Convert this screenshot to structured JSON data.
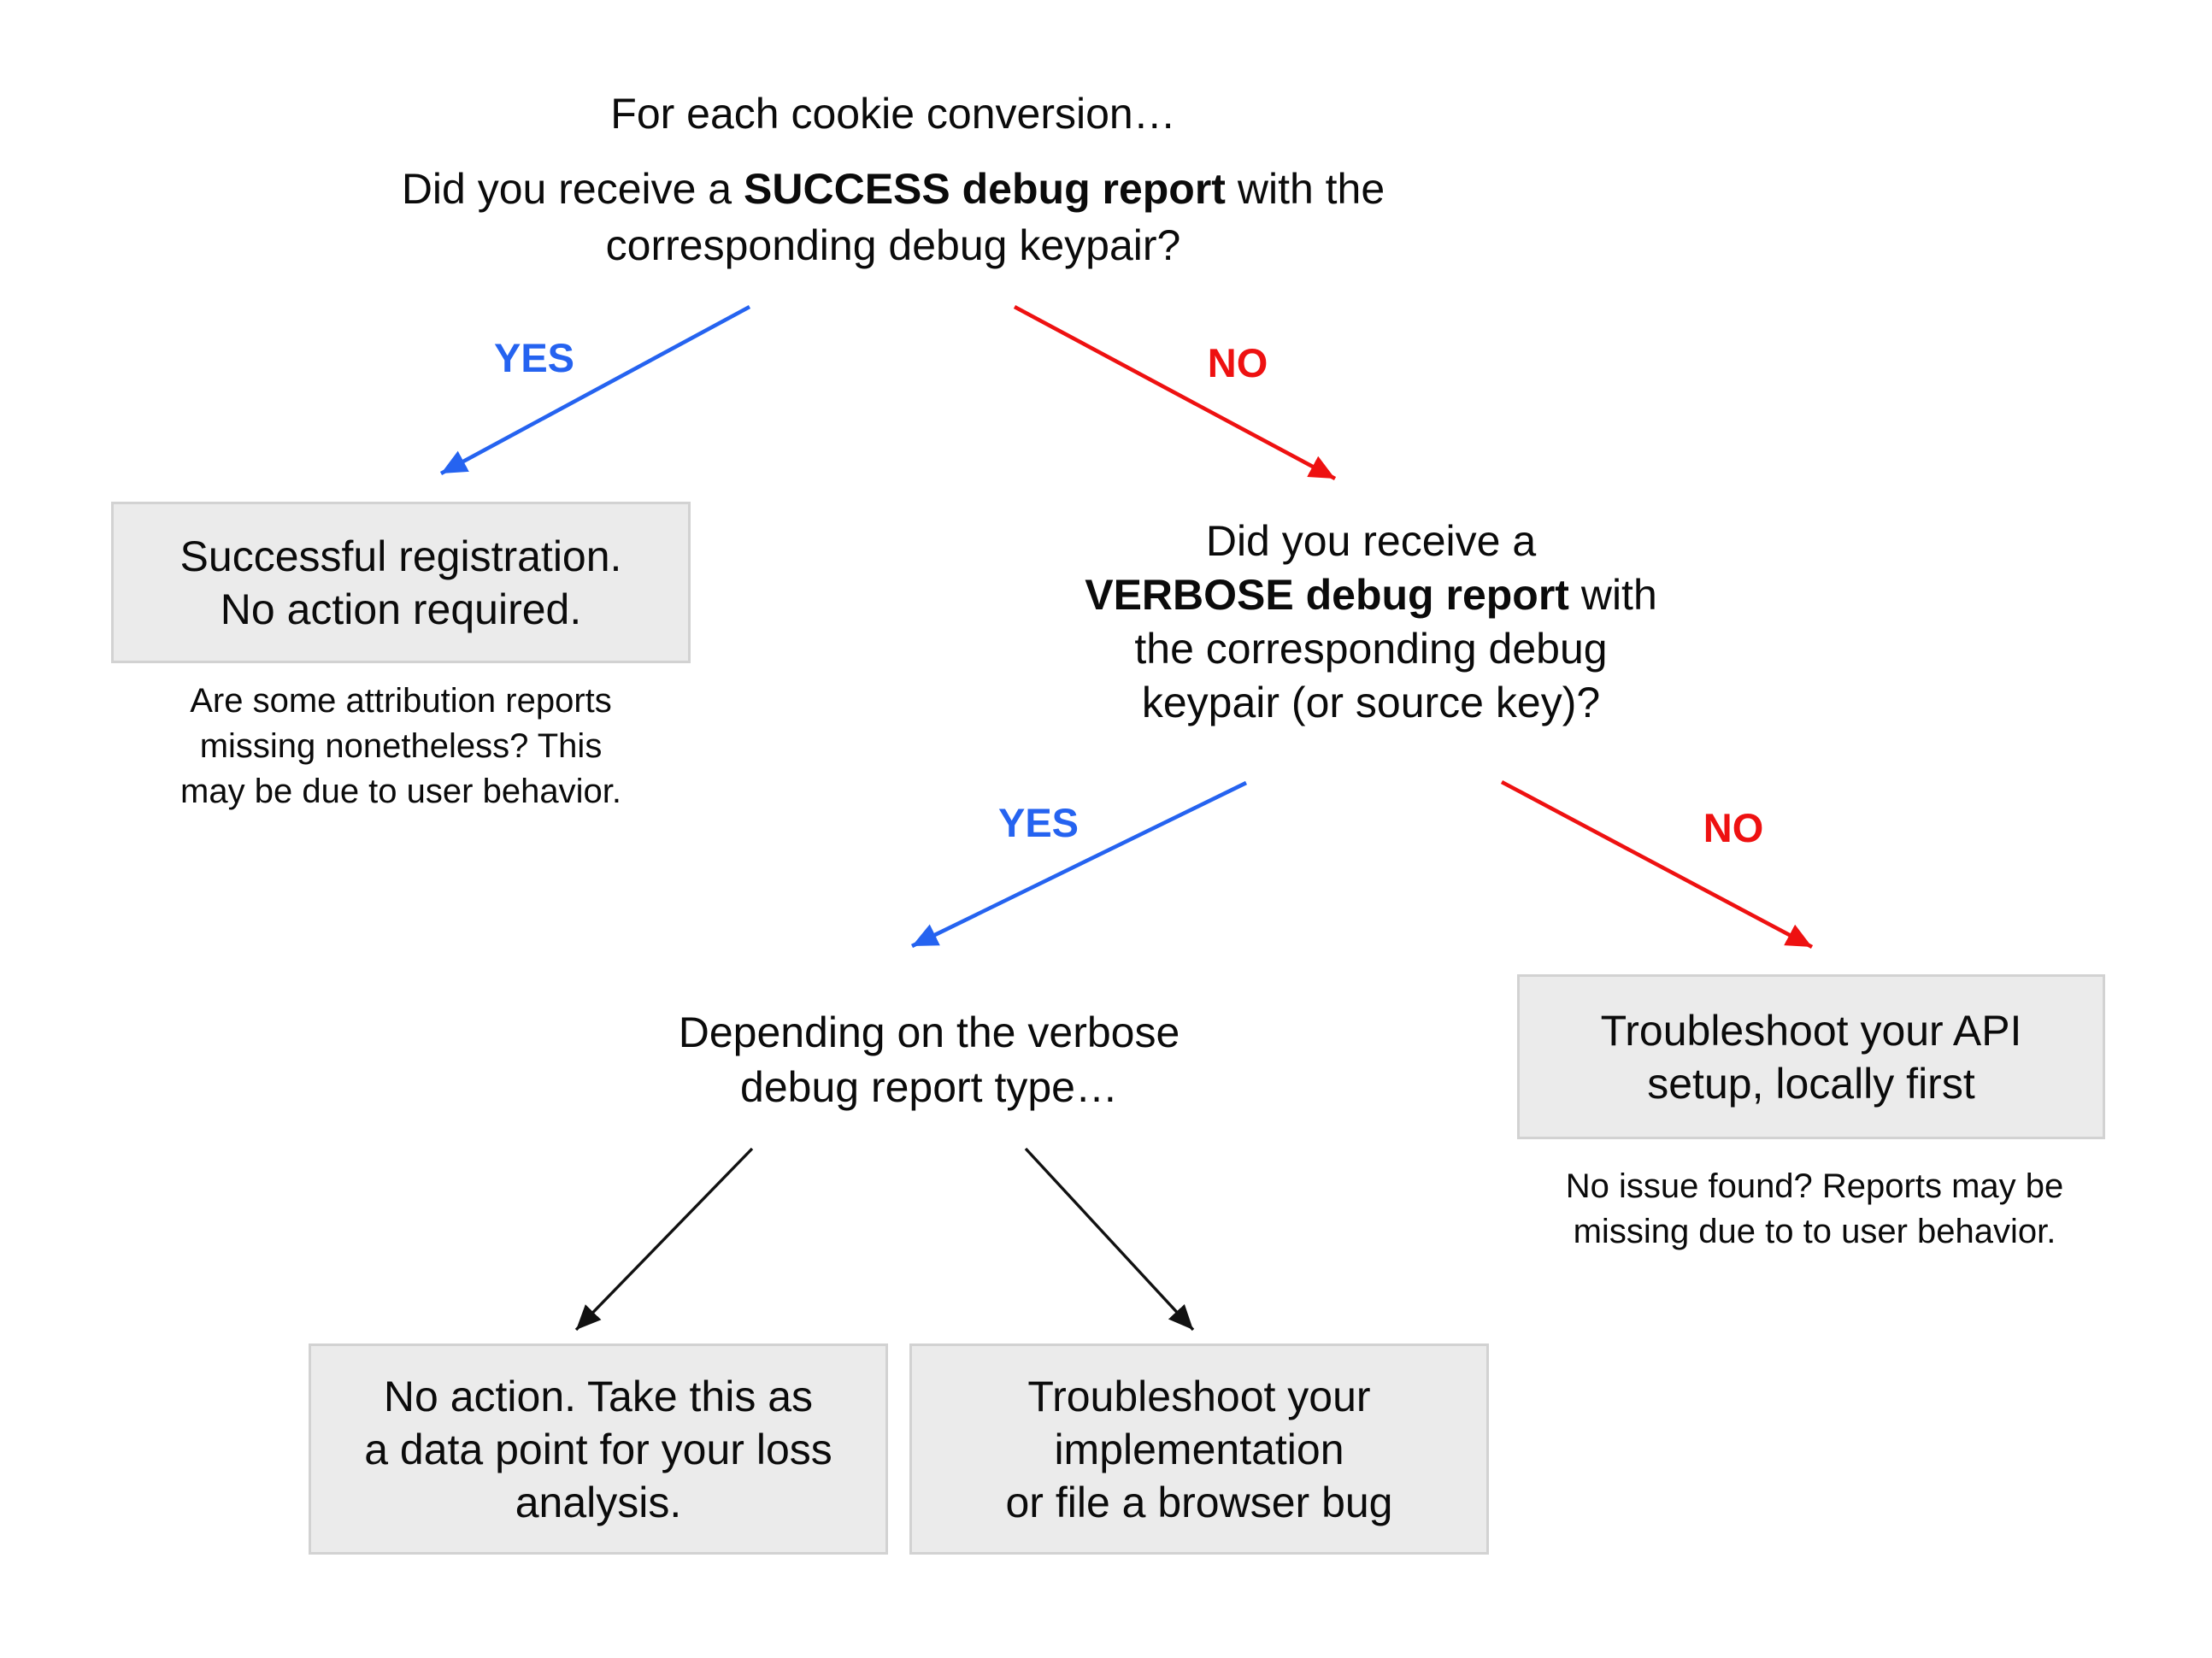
{
  "intro": "For each cookie conversion…",
  "q1": {
    "pre": "Did you receive a ",
    "bold": "SUCCESS debug report",
    "post": " with the",
    "line2": "corresponding debug keypair?"
  },
  "edge_labels": {
    "q1_yes": "YES",
    "q1_no": "NO",
    "q2_yes": "YES",
    "q2_no": "NO"
  },
  "box_success": "Successful registration.\nNo action required.",
  "note_success": "Are some attribution reports\nmissing nonetheless? This\nmay be due to user behavior.",
  "q2": {
    "line1": "Did you receive a",
    "bold": "VERBOSE debug report",
    "post": " with",
    "line3": "the corresponding debug",
    "line4": "keypair (or source key)?"
  },
  "depending": "Depending on the verbose\ndebug report type…",
  "box_api": "Troubleshoot your API\nsetup, locally first",
  "note_api": "No issue found? Reports may be\nmissing due to to user behavior.",
  "box_no_action": "No action. Take this as\na data point for your loss\nanalysis.",
  "box_impl": "Troubleshoot your\nimplementation\nor file a browser bug",
  "colors": {
    "yes_blue": "#2563f0",
    "no_red": "#ee1111",
    "box_fill": "#ebebeb",
    "box_border": "#d2d2d2",
    "text": "#0b0b0b"
  }
}
